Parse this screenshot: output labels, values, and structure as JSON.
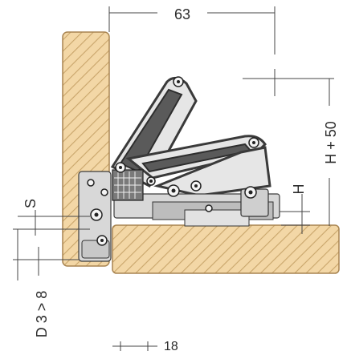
{
  "dimensions": {
    "top_63": "63",
    "h_plus_50": "H + 50",
    "h": "H",
    "s": "S",
    "d3_gt_8": "D 3 > 8",
    "bottom_18": "18"
  },
  "colors": {
    "wood": "#f3d7a6",
    "hatch": "#c9a56b",
    "wood_edge": "#a88450",
    "metal": "#d8d8d8",
    "metal_dark": "#5a5a5a",
    "line": "#444444"
  }
}
